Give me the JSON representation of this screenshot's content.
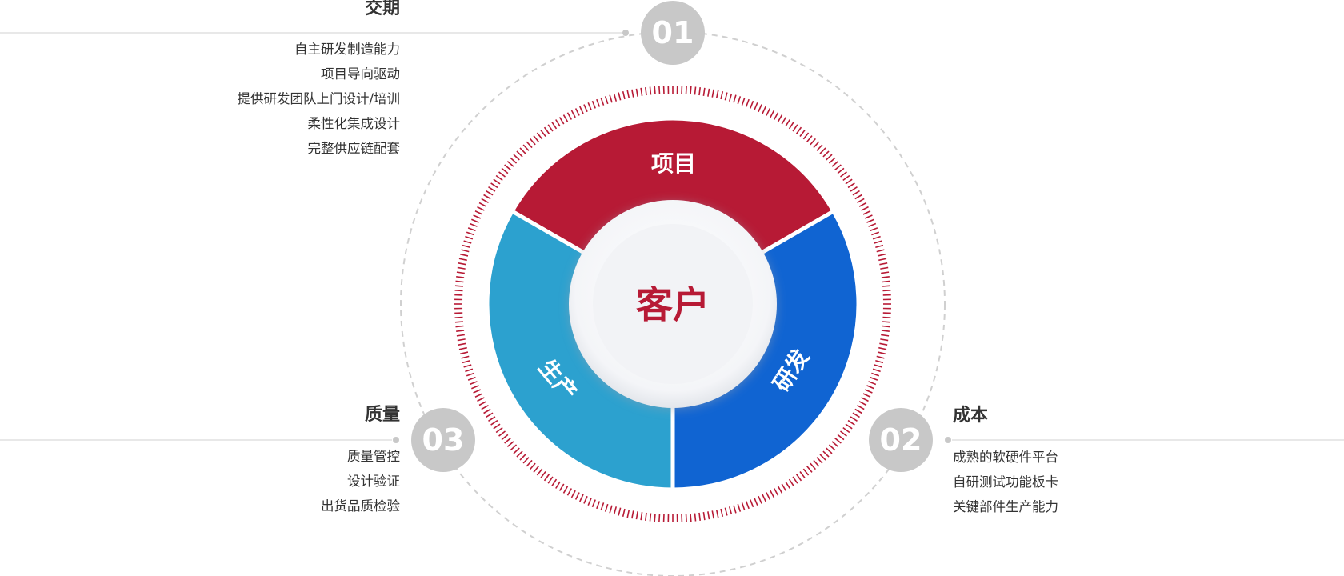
{
  "center": {
    "label": "客户",
    "color": "#b71a35"
  },
  "ring": [
    {
      "label": "项目",
      "color": "#b71a35"
    },
    {
      "label": "研发",
      "color": "#1064d2"
    },
    {
      "label": "生产",
      "color": "#2ca1cf"
    }
  ],
  "badges": [
    {
      "number": "01"
    },
    {
      "number": "02"
    },
    {
      "number": "03"
    }
  ],
  "panels": {
    "delivery": {
      "title": "交期",
      "items": [
        "自主研发制造能力",
        "项目导向驱动",
        "提供研发团队上门设计/培训",
        "柔性化集成设计",
        "完整供应链配套"
      ]
    },
    "quality": {
      "title": "质量",
      "items": [
        "质量管控",
        "设计验证",
        "出货品质检验"
      ]
    },
    "cost": {
      "title": "成本",
      "items": [
        "成熟的软硬件平台",
        "自研测试功能板卡",
        "关键部件生产能力"
      ]
    }
  },
  "colors": {
    "badge_fill": "#c8c8c8",
    "dashed_circle": "#d0d0d0",
    "tick_ring": "#b71a35",
    "center_disc": "#f2f3f6"
  }
}
